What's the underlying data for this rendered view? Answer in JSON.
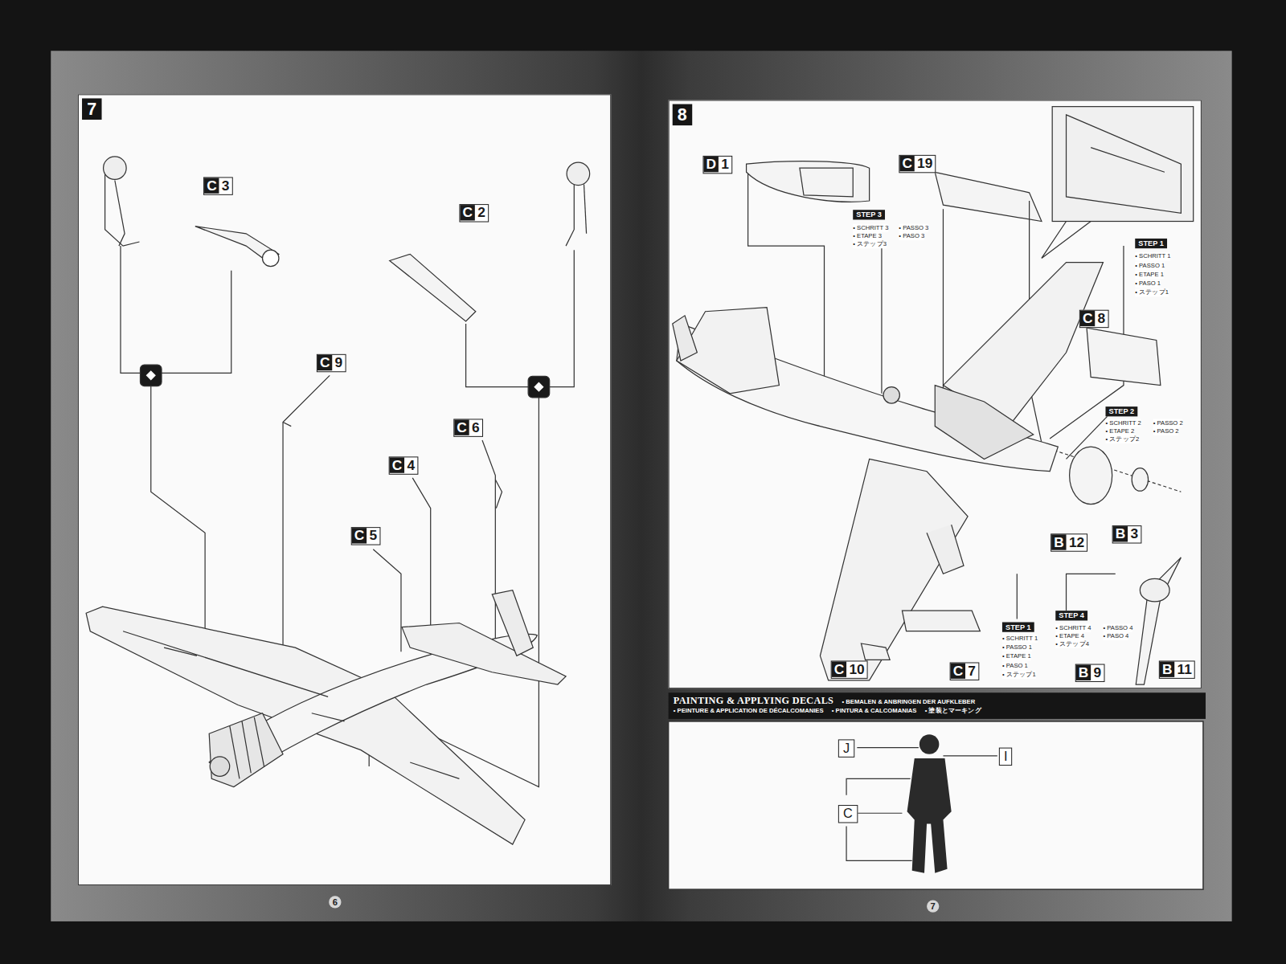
{
  "diagram": {
    "nodes": [
      {
        "text": [
          "7"
        ]
      },
      {
        "text": [
          "8"
        ]
      },
      {
        "text": [
          "PAINTING & APPLYING DECALS",
          "• BEMALEN & ANBRINGEN DER AUFKLEBER",
          "• PEINTURE & APPLICATION DE DÉCALCOMANIES",
          "• PINTURA & CALCOMANIAS",
          "• 塗装とマーキング"
        ]
      }
    ],
    "labels": [
      "C3",
      "C2",
      "C9",
      "C6",
      "C4",
      "C5",
      "6",
      "D1",
      "C19",
      "STEP 3",
      "• SCHRITT 3",
      "• PASSO 3",
      "• ETAPE 3",
      "• PASO 3",
      "• ステップ3",
      "STEP 1",
      "• SCHRITT 1",
      "• PASSO 1",
      "• ETAPE 1",
      "• PASO 1",
      "• ステップ1",
      "C8",
      "STEP 2",
      "• SCHRITT 2",
      "• PASSO 2",
      "• ETAPE 2",
      "• PASO 2",
      "• ステップ2",
      "B12",
      "B3",
      "STEP 4",
      "• SCHRITT 4",
      "• PASSO 4",
      "• ETAPE 4",
      "• PASO 4",
      "• ステップ4",
      "STEP 1",
      "• SCHRITT 1",
      "• PASSO 1",
      "• ETAPE 1",
      "• PASO 1",
      "• ステップ1",
      "C10",
      "C7",
      "B9",
      "B11",
      "J",
      "I",
      "C",
      "7"
    ]
  }
}
